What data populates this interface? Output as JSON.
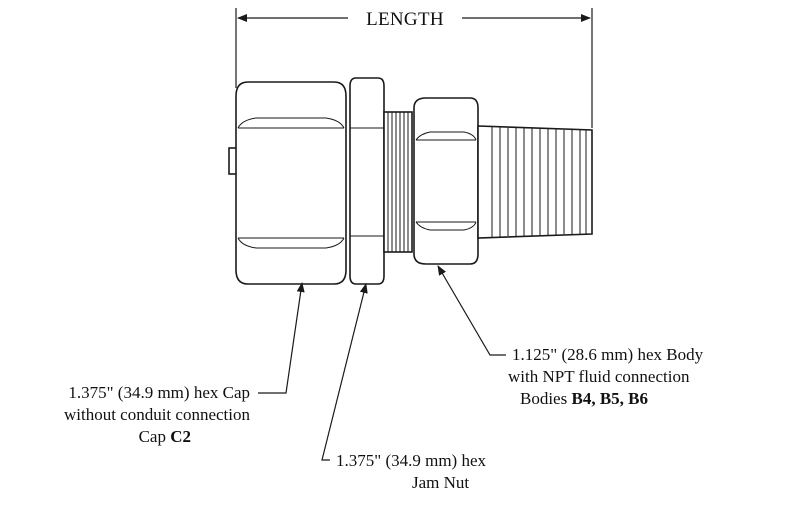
{
  "dimension": {
    "label": "LENGTH"
  },
  "callouts": {
    "cap": {
      "line1": "1.375\" (34.9 mm) hex Cap",
      "line2": "without conduit connection",
      "line3_prefix": "Cap ",
      "line3_code": "C2"
    },
    "jam_nut": {
      "line1": "1.375\" (34.9 mm) hex",
      "line2": "Jam Nut"
    },
    "body": {
      "line1": "1.125\" (28.6 mm) hex Body",
      "line2": "with NPT fluid connection",
      "line3_prefix": "Bodies ",
      "line3_code": "B4, B5, B6"
    }
  }
}
